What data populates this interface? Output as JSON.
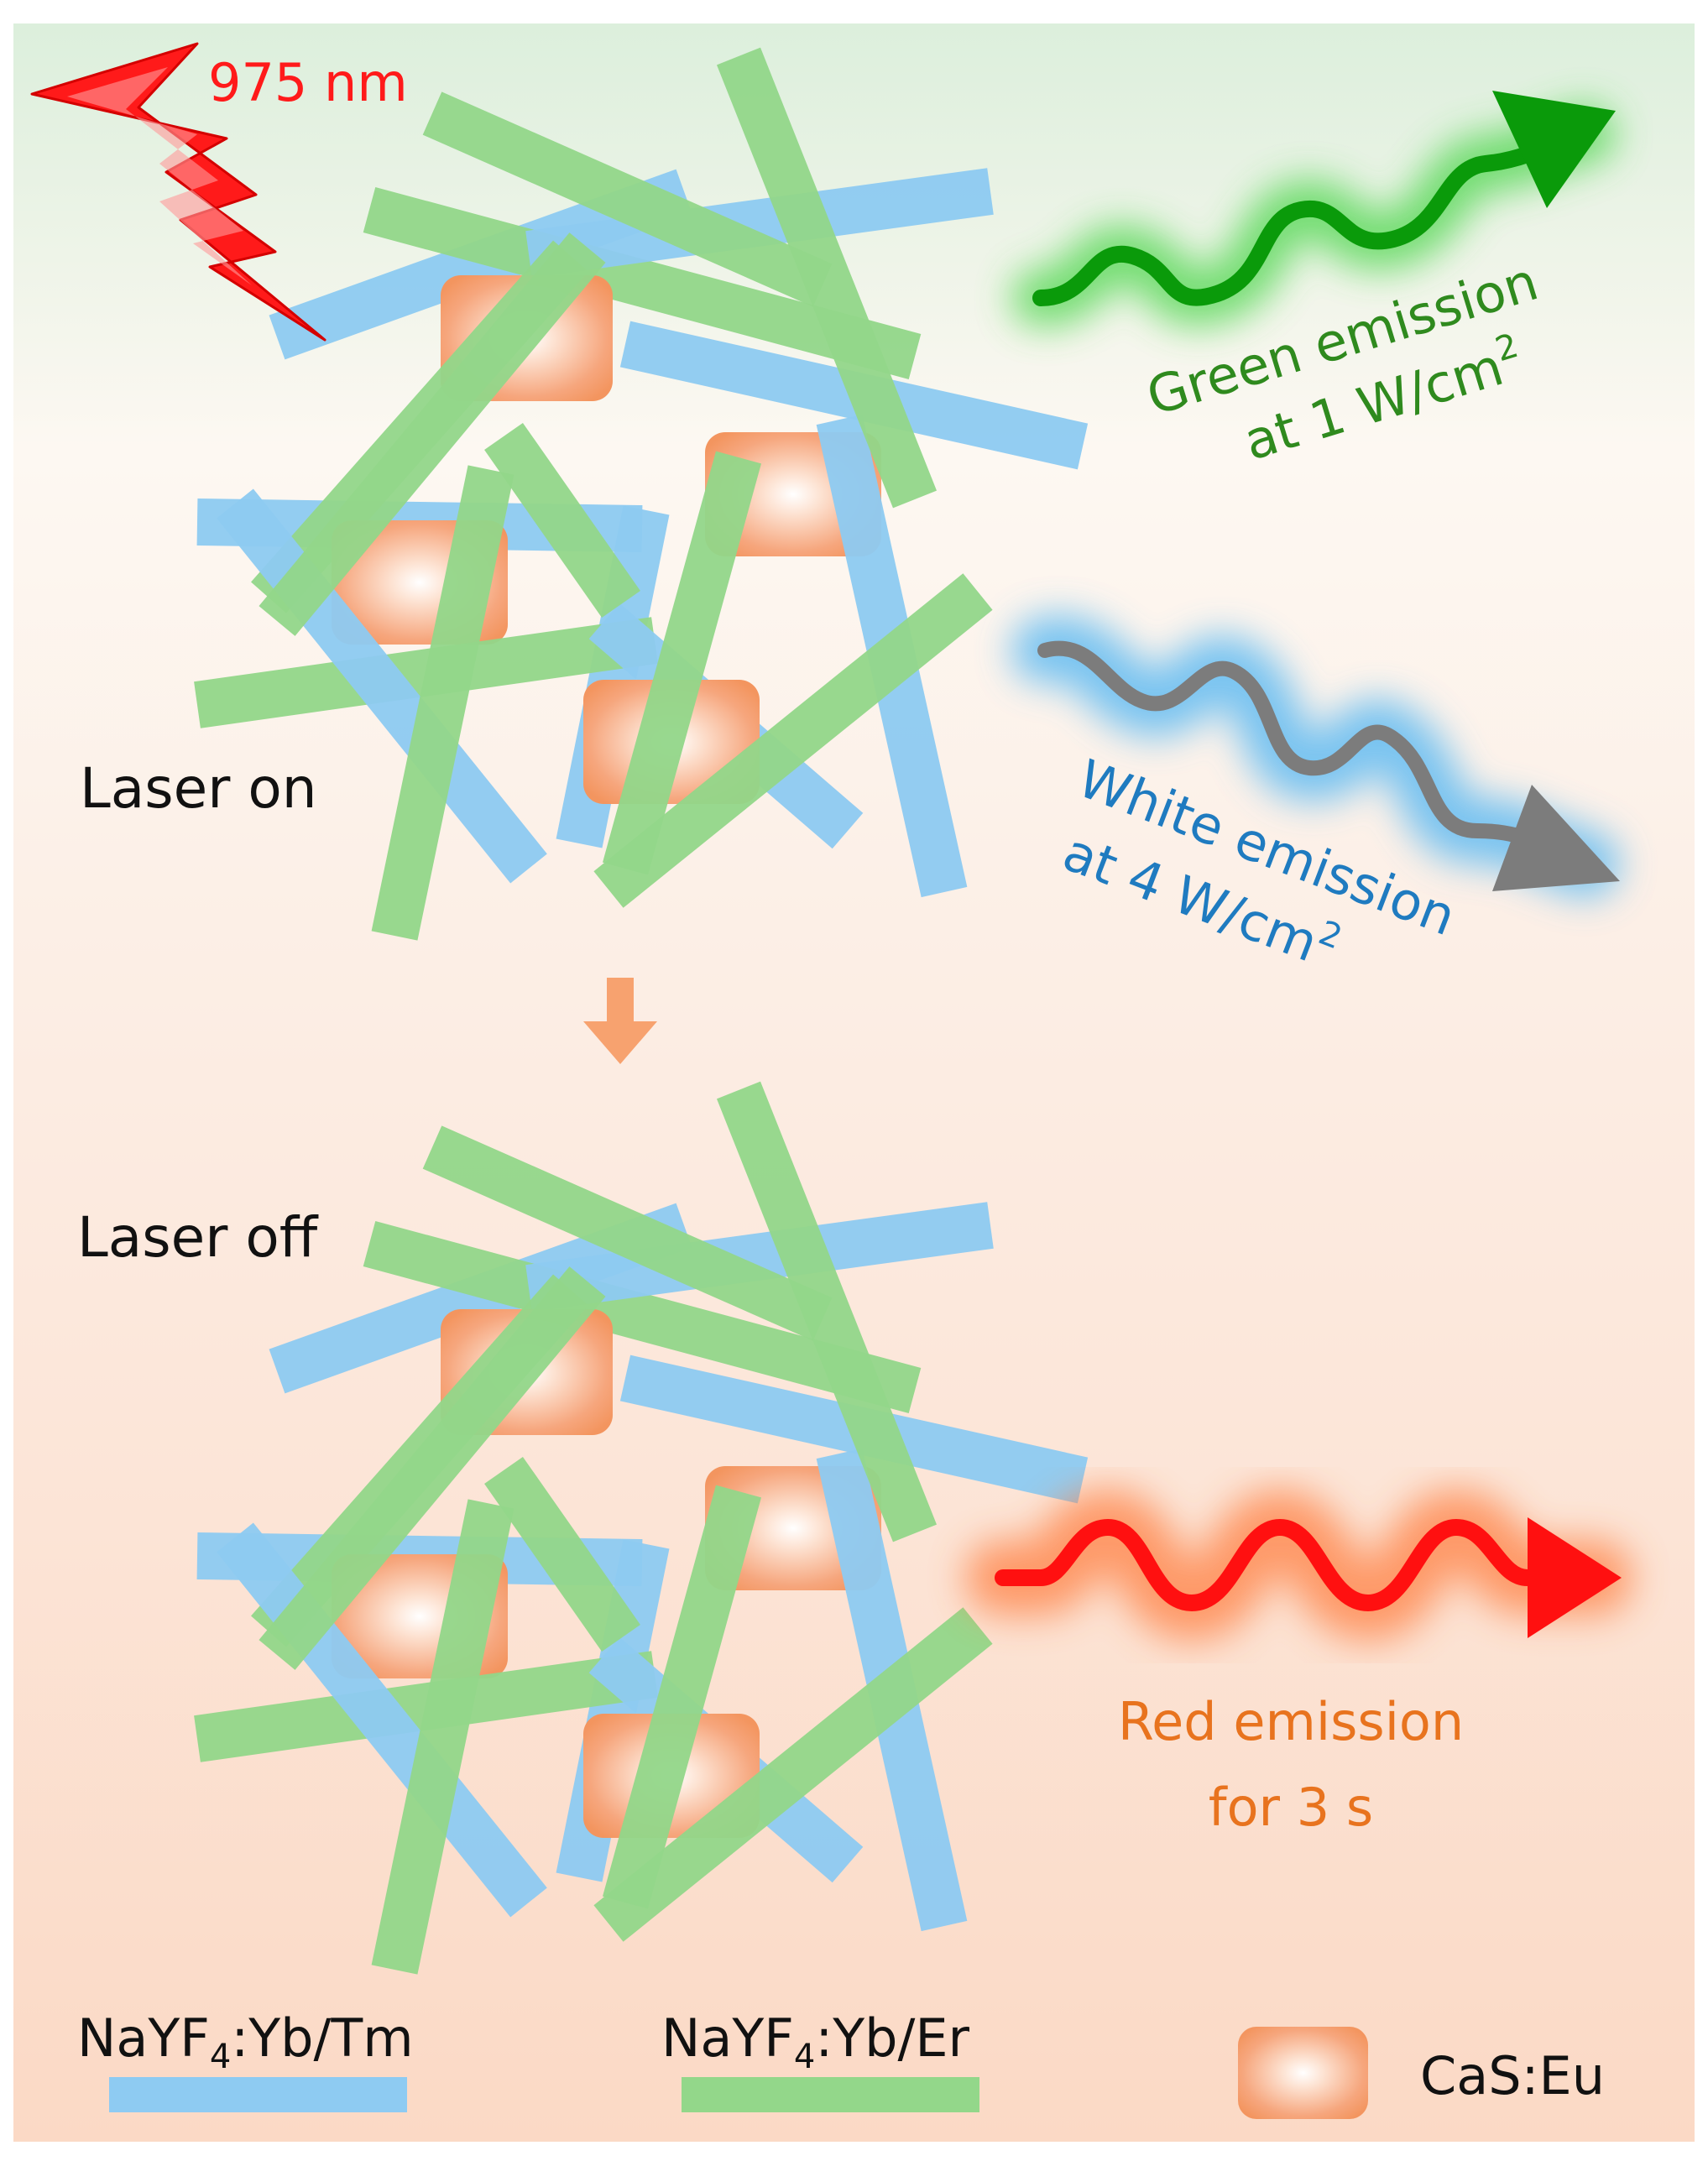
{
  "colors": {
    "blue_rod": "#8ecbf2",
    "green_rod": "#93d78a",
    "cube_fill": "#f6a77e",
    "laser": "#ff1a1a",
    "green_text": "#2f8a1e",
    "white_text": "#1f7bc0",
    "red_text": "#e8731e",
    "green_wave": "#0a9a0a",
    "gray_wave": "#7c7c7c",
    "red_wave": "#ff1010",
    "flow_arrow": "#f7a26f"
  },
  "laser": {
    "label": "975 nm"
  },
  "states": {
    "on": {
      "label": "Laser on"
    },
    "off": {
      "label": "Laser off"
    }
  },
  "emissions": {
    "green": {
      "line1": "Green emission",
      "line2": "at 1 W/cm",
      "sup": "2"
    },
    "white": {
      "line1": "White emission",
      "line2": "at 4 W/cm",
      "sup": "2"
    },
    "red": {
      "line1": "Red emission",
      "line2": "for 3 s"
    }
  },
  "legend": {
    "tm": {
      "base": "NaYF",
      "sub": "4",
      "rest": ":Yb/Tm"
    },
    "er": {
      "base": "NaYF",
      "sub": "4",
      "rest": ":Yb/Er"
    },
    "cas": {
      "label": "CaS:Eu"
    }
  }
}
